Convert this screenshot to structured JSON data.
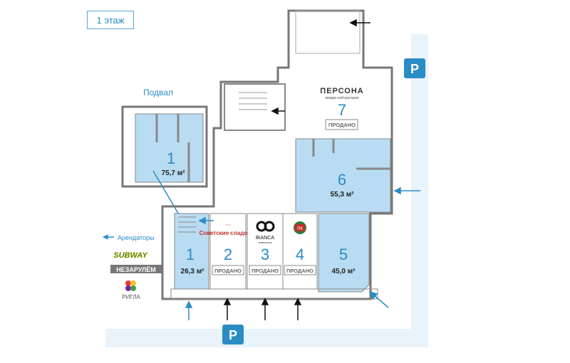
{
  "floor_button": "1 этаж",
  "basement_label": "Подвал",
  "parking_label": "P",
  "colors": {
    "accent": "#2a8cc4",
    "unit_fill": "#b9dcf2",
    "parking_strip": "#e8f3fb"
  },
  "units": [
    {
      "number": "1",
      "area": "75,7 м²",
      "location": "basement"
    },
    {
      "number": "1",
      "area": "26,3 м²"
    },
    {
      "number": "2",
      "status": "ПРОДАНО",
      "tenant": "Советские сладости"
    },
    {
      "number": "3",
      "status": "ПРОДАНО",
      "tenant": "BIANCA",
      "tenant_sub": "химчистка"
    },
    {
      "number": "4",
      "status": "ПРОДАНО",
      "tenant": "ПК"
    },
    {
      "number": "5",
      "area": "45,0 м²"
    },
    {
      "number": "6",
      "area": "55,3 м²"
    },
    {
      "number": "7",
      "status": "ПРОДАНО",
      "tenant": "ПЕРСОНА",
      "tenant_sub": "имидж-лаборатория"
    }
  ],
  "legend": {
    "label": "Арендаторы",
    "tenants": [
      "SUBWAY",
      "НЕЗАРУЛЁМ",
      "РИГЛА"
    ]
  }
}
